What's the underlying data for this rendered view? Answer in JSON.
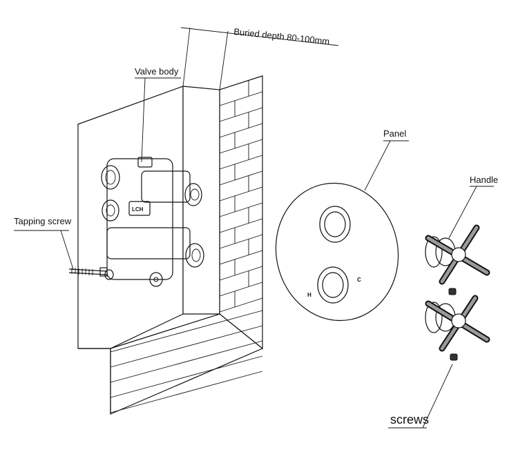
{
  "labels": {
    "buried_depth": "Buried depth 80-100mm",
    "valve_body": "Valve body",
    "tapping_screw": "Tapping screw",
    "panel": "Panel",
    "handle": "Handle",
    "screws": "screws"
  },
  "panel_marks": {
    "hot": "H",
    "cold": "C"
  },
  "valve_brand": "LCH"
}
